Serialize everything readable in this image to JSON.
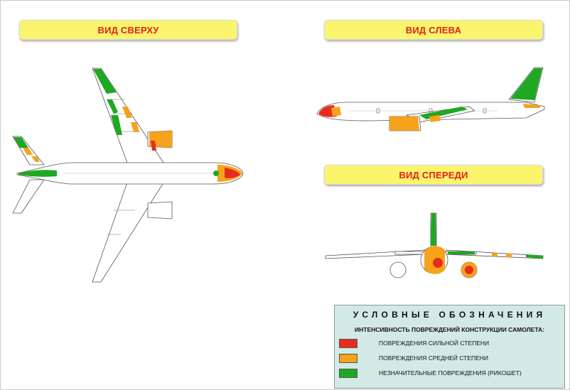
{
  "views": {
    "top": "ВИД СВЕРХУ",
    "left": "ВИД СЛЕВА",
    "front": "ВИД СПЕРЕДИ"
  },
  "legend": {
    "title": "УСЛОВНЫЕ ОБОЗНАЧЕНИЯ",
    "subtitle": "ИНТЕНСИВНОСТЬ ПОВРЕЖДЕНИЙ КОНСТРУКЦИИ САМОЛЕТА:",
    "items": [
      {
        "label": "ПОВРЕЖДЕНИЯ СИЛЬНОЙ СТЕПЕНИ",
        "color": "#e52d1f"
      },
      {
        "label": "ПОВРЕЖДЕНИЯ СРЕДНЕЙ СТЕПЕНИ",
        "color": "#f7a21b"
      },
      {
        "label": "НЕЗНАЧИТЕЛЬНЫЕ ПОВРЕЖДЕНИЯ (РИКОШЕТ)",
        "color": "#1fa822"
      }
    ]
  },
  "colors": {
    "severe": "#e52d1f",
    "medium": "#f7a21b",
    "minor": "#1fa822"
  }
}
